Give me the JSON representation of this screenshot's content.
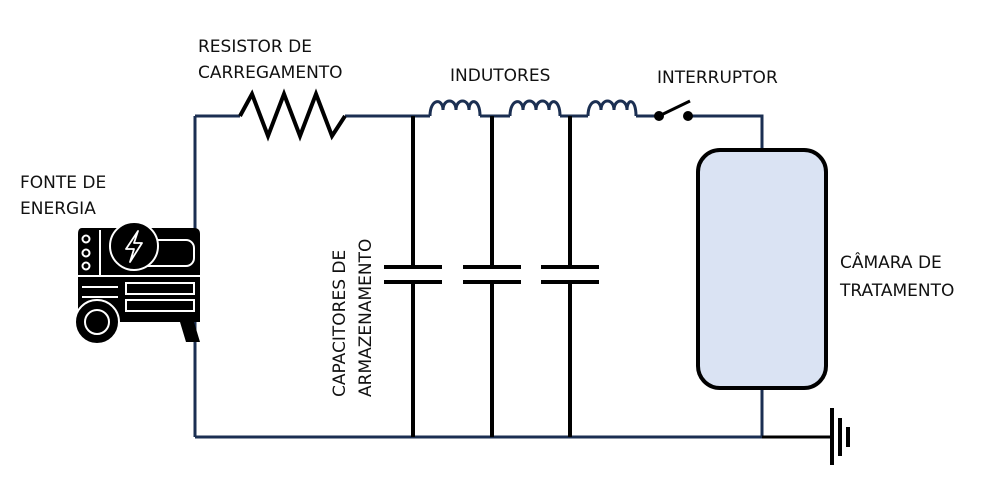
{
  "title": "Circuito de pulsos elétricos",
  "labels": {
    "power_source": [
      "FONTE DE",
      "ENERGIA"
    ],
    "charging_resistor": [
      "RESISTOR DE",
      "CARREGAMENTO"
    ],
    "inductors": "INDUTORES",
    "switch": "INTERRUPTOR",
    "storage_capacitors": [
      "CAPACITORES DE",
      "ARMAZENAMENTO"
    ],
    "treatment_chamber": [
      "CÂMARA DE",
      "TRATAMENTO"
    ]
  },
  "components": {
    "capacitor_count": 3,
    "inductor_count": 3,
    "icons": [
      "generator-icon",
      "lightning-icon",
      "resistor-symbol",
      "inductor-symbol",
      "switch-symbol",
      "capacitor-symbol",
      "ground-symbol"
    ]
  },
  "colors": {
    "wire": "#1b2f52",
    "component": "#000000",
    "chamber_fill": "#dae3f3"
  }
}
